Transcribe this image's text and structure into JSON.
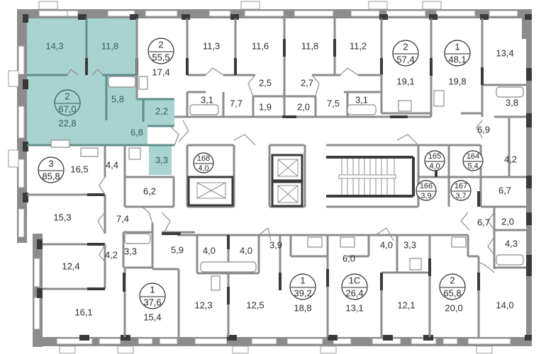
{
  "plan": {
    "title": "Floor plan",
    "highlight_color": "#a8d3d1",
    "highlight_text_color": "#2f5f5c",
    "wall_color": "#8c8c8c",
    "column_color": "#3a3a3a",
    "apartments": [
      {
        "id": "apt-67-0",
        "rooms": "2",
        "area": "67,0",
        "highlighted": true,
        "room_areas": [
          "14,3",
          "11,8",
          "22,8",
          "5,8",
          "2,2",
          "6,8",
          "3,3"
        ]
      },
      {
        "id": "apt-55-5",
        "rooms": "2",
        "area": "55,5",
        "highlighted": false,
        "room_areas": [
          "17,4",
          "11,3",
          "3,1",
          "7,7",
          "11,6",
          "2,5",
          "1,9"
        ]
      },
      {
        "id": "apt-57-4",
        "rooms": "2",
        "area": "57,4",
        "highlighted": false,
        "room_areas": [
          "19,1",
          "11,8",
          "11,2",
          "2,7",
          "2,0",
          "7,5",
          "3,1"
        ]
      },
      {
        "id": "apt-48-1",
        "rooms": "1",
        "area": "48,1",
        "highlighted": false,
        "room_areas": [
          "19,8",
          "13,4",
          "3,8",
          "6,9"
        ]
      },
      {
        "id": "apt-85-8",
        "rooms": "3",
        "area": "85,8",
        "highlighted": false,
        "room_areas": [
          "16,5",
          "4,4",
          "6,2",
          "15,3",
          "7,4",
          "12,4",
          "4,2",
          "16,1",
          "3,3"
        ]
      },
      {
        "id": "apt-37-6",
        "rooms": "1",
        "area": "37,6",
        "highlighted": false,
        "room_areas": [
          "15,4",
          "5,9",
          "4,0"
        ]
      },
      {
        "id": "apt-39-2",
        "rooms": "1",
        "area": "39,2",
        "highlighted": false,
        "room_areas": [
          "18,8",
          "12,3",
          "12,5",
          "4,0",
          "3,9"
        ]
      },
      {
        "id": "apt-26-4",
        "rooms": "1С",
        "area": "26,4",
        "highlighted": false,
        "room_areas": [
          "13,1",
          "6,0",
          "4,0",
          "3,3"
        ]
      },
      {
        "id": "apt-65-8",
        "rooms": "2",
        "area": "65,8",
        "highlighted": false,
        "room_areas": [
          "20,0",
          "12,1",
          "14,0",
          "6,7",
          "2,0",
          "4,3"
        ]
      }
    ],
    "storage_units": [
      {
        "number": "168",
        "area": "4,0"
      },
      {
        "number": "165",
        "area": "4,0"
      },
      {
        "number": "164",
        "area": "5,4"
      },
      {
        "number": "166",
        "area": "3,9"
      },
      {
        "number": "167",
        "area": "3,7"
      }
    ],
    "misc_rooms": [
      {
        "id": "room-4-2-right",
        "area": "4,2"
      },
      {
        "id": "room-6-7-right",
        "area": "6,7"
      }
    ],
    "labels": {
      "r14_3": "14,3",
      "r11_8a": "11,8",
      "r22_8": "22,8",
      "r5_8": "5,8",
      "r2_2": "2,2",
      "r6_8": "6,8",
      "r3_3a": "3,3",
      "r17_4": "17,4",
      "r11_3": "11,3",
      "r11_6": "11,6",
      "r11_8b": "11,8",
      "r11_2": "11,2",
      "r19_1": "19,1",
      "r19_8": "19,8",
      "r13_4": "13,4",
      "r3_1a": "3,1",
      "r7_7": "7,7",
      "r2_5": "2,5",
      "r1_9": "1,9",
      "r2_7": "2,7",
      "r2_0a": "2,0",
      "r7_5": "7,5",
      "r3_1b": "3,1",
      "r3_8": "3,8",
      "r6_9": "6,9",
      "r4_2a": "4,2",
      "r6_7a": "6,7",
      "r16_5": "16,5",
      "r4_4": "4,4",
      "r6_2": "6,2",
      "r15_3": "15,3",
      "r7_4": "7,4",
      "r12_4": "12,4",
      "r4_2b": "4,2",
      "r3_3b": "3,3",
      "r5_9": "5,9",
      "r16_1": "16,1",
      "r15_4": "15,4",
      "r4_0a": "4,0",
      "r4_0b": "4,0",
      "r3_9": "3,9",
      "r12_3": "12,3",
      "r12_5": "12,5",
      "r18_8": "18,8",
      "r6_0": "6,0",
      "r13_1": "13,1",
      "r4_0c": "4,0",
      "r3_3c": "3,3",
      "r12_1": "12,1",
      "r20_0": "20,0",
      "r6_7b": "6,7",
      "r2_0b": "2,0",
      "r4_3": "4,3",
      "r14_0": "14,0"
    }
  }
}
